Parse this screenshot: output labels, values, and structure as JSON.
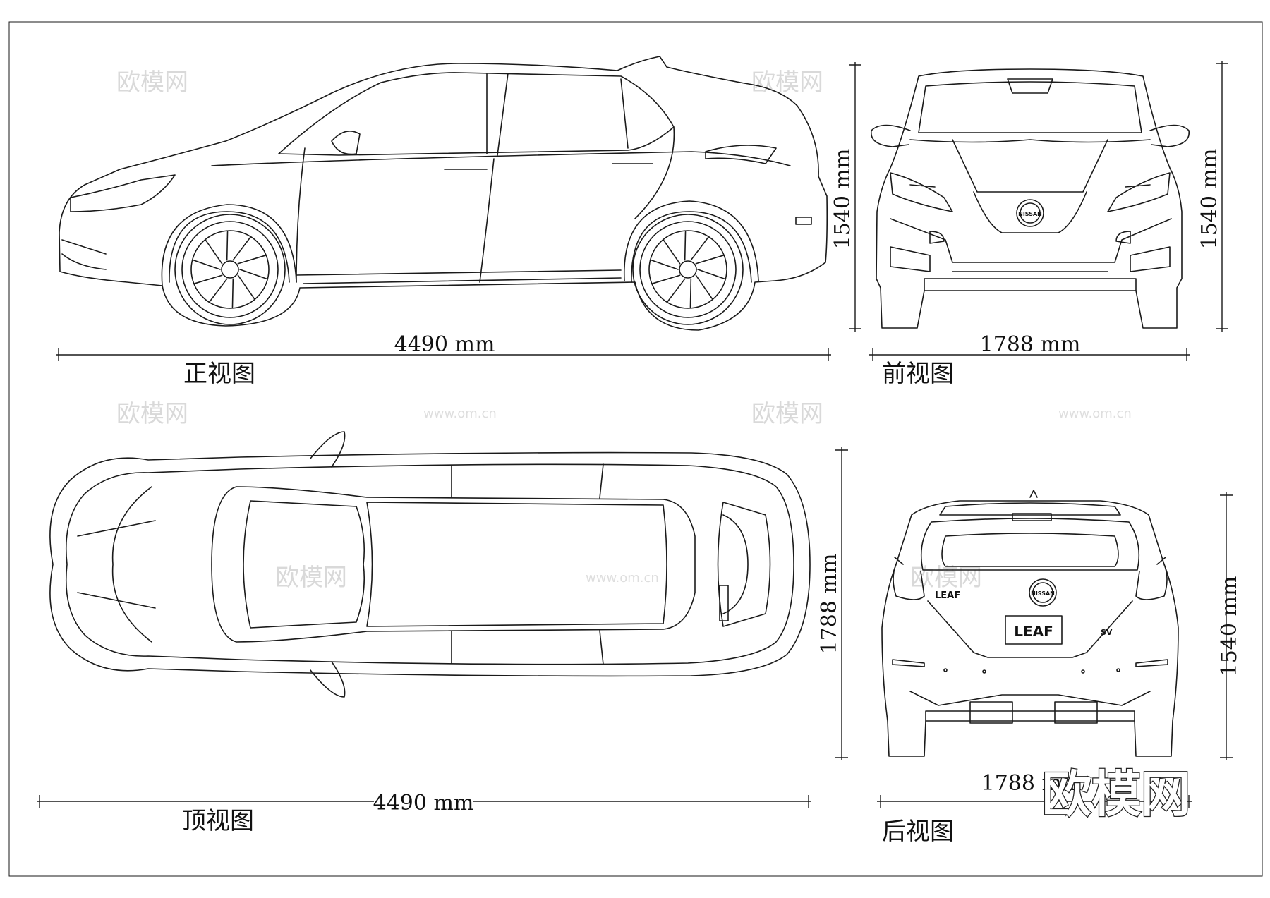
{
  "views": {
    "side": {
      "caption": "正视图",
      "length_label": "4490 mm",
      "height_label": "1540 mm"
    },
    "front": {
      "caption": "前视图",
      "width_label": "1788 mm",
      "height_label": "1540 mm"
    },
    "top": {
      "caption": "顶视图",
      "length_label": "4490 mm",
      "width_label": "1788 mm"
    },
    "rear": {
      "caption": "后视图",
      "width_label": "1788 mm",
      "height_label": "1540 mm"
    }
  },
  "badges": {
    "rear_plate": "LEAF",
    "rear_script": "LEAF",
    "front_emblem": "NISSAN",
    "rear_emblem": "NISSAN",
    "trim": "SV"
  },
  "watermark": {
    "text": "欧模网",
    "url": "www.om.cn"
  },
  "colors": {
    "line": "#1a1a1a",
    "background": "#ffffff",
    "watermark": "#d9d9d9"
  }
}
